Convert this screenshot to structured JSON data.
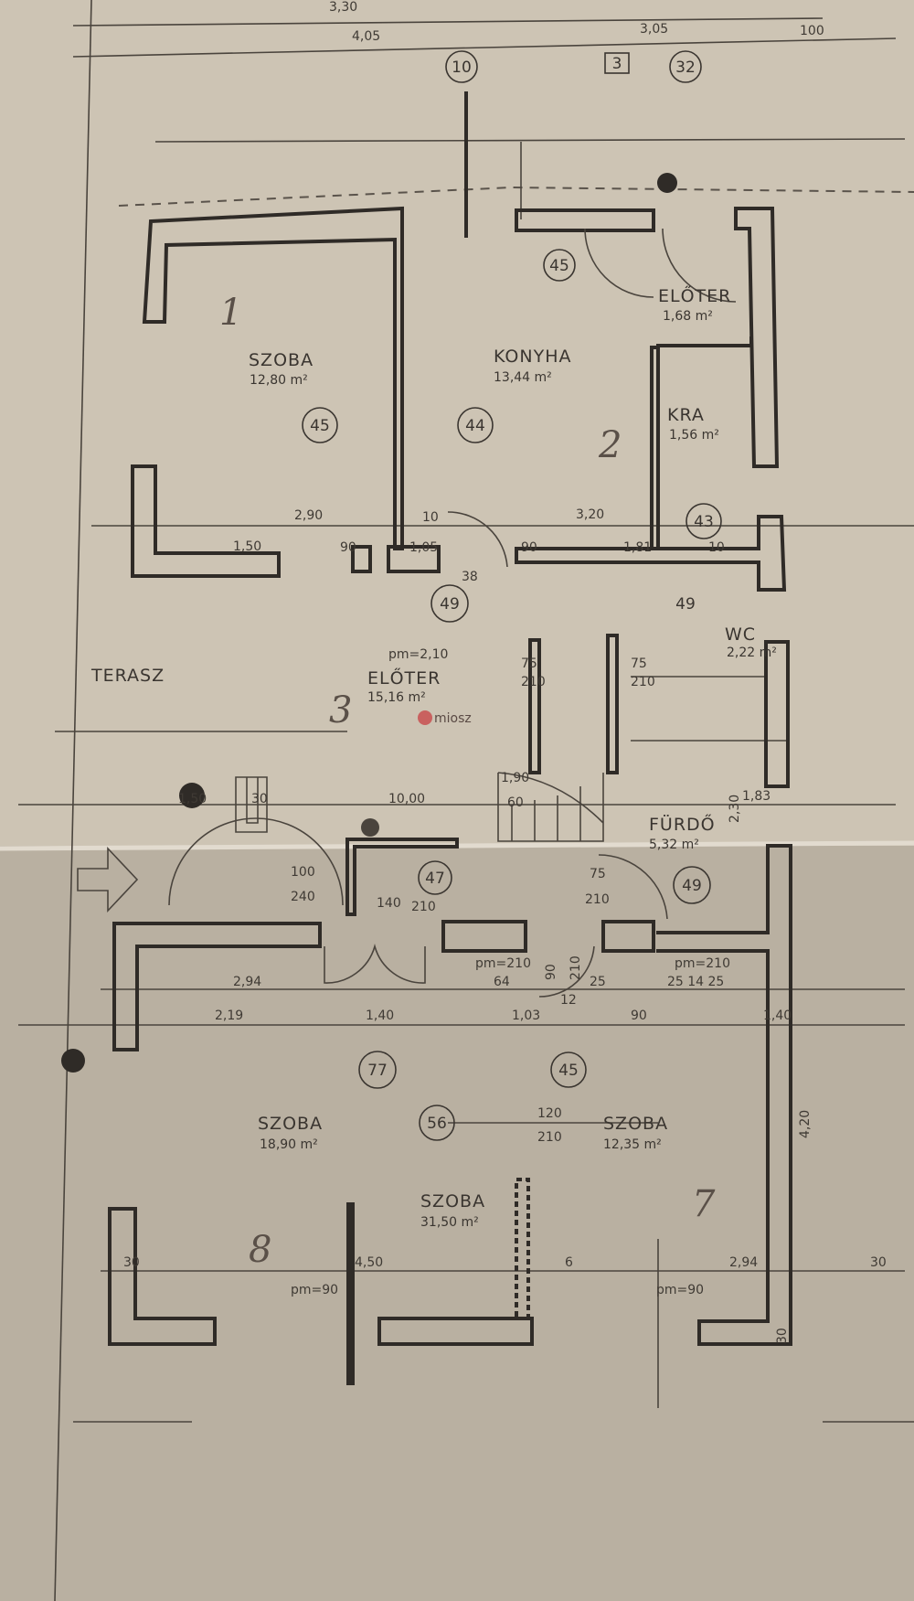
{
  "rooms": [
    {
      "name": "SZOBA",
      "area": "12,80 m²"
    },
    {
      "name": "KONYHA",
      "area": "13,44 m²"
    },
    {
      "name": "ELŐTER",
      "area": "1,68 m²"
    },
    {
      "name": "KRA",
      "area": "1,56 m²"
    },
    {
      "name": "WC",
      "area": "2,22 m²"
    },
    {
      "name": "ELŐTER",
      "area": "15,16 m²"
    },
    {
      "name": "TERASZ",
      "area": ""
    },
    {
      "name": "FÜRDŐ",
      "area": "5,32 m²"
    },
    {
      "name": "SZOBA",
      "area": "18,90 m²"
    },
    {
      "name": "SZOBA",
      "area": "12,35 m²"
    },
    {
      "name": "SZOBA",
      "area": "31,50 m²"
    }
  ],
  "markers": [
    "10",
    "32",
    "45",
    "45",
    "44",
    "43",
    "49",
    "49",
    "47",
    "49",
    "77",
    "45",
    "56"
  ],
  "box_marker": "3",
  "dimensions": [
    "3,30",
    "4,05",
    "3,05",
    "100",
    "2,90",
    "3,20",
    "1,50",
    "90",
    "1,05",
    "90",
    "1,81",
    "10",
    "10",
    "38",
    "pm=2,10",
    "75",
    "210",
    "75",
    "210",
    "1,83",
    "1,50",
    "30",
    "1,90",
    "10,00",
    "100",
    "240",
    "75",
    "210",
    "140",
    "210",
    "pm=210",
    "pm=210",
    "2,94",
    "64",
    "25",
    "25 14 25",
    "2,19",
    "1,40",
    "1,03",
    "90",
    "1,40",
    "120",
    "210",
    "4,20",
    "4,50",
    "6",
    "2,94",
    "30",
    "30",
    "pm=90",
    "pm=90",
    "30",
    "2,30",
    "90",
    "210",
    "12",
    "60"
  ],
  "handwritten": [
    "1",
    "2",
    "3",
    "8",
    "7"
  ],
  "watermark": "miosz",
  "colors": {
    "paper": "#cbc2b2",
    "ink": "#2f2b27"
  }
}
